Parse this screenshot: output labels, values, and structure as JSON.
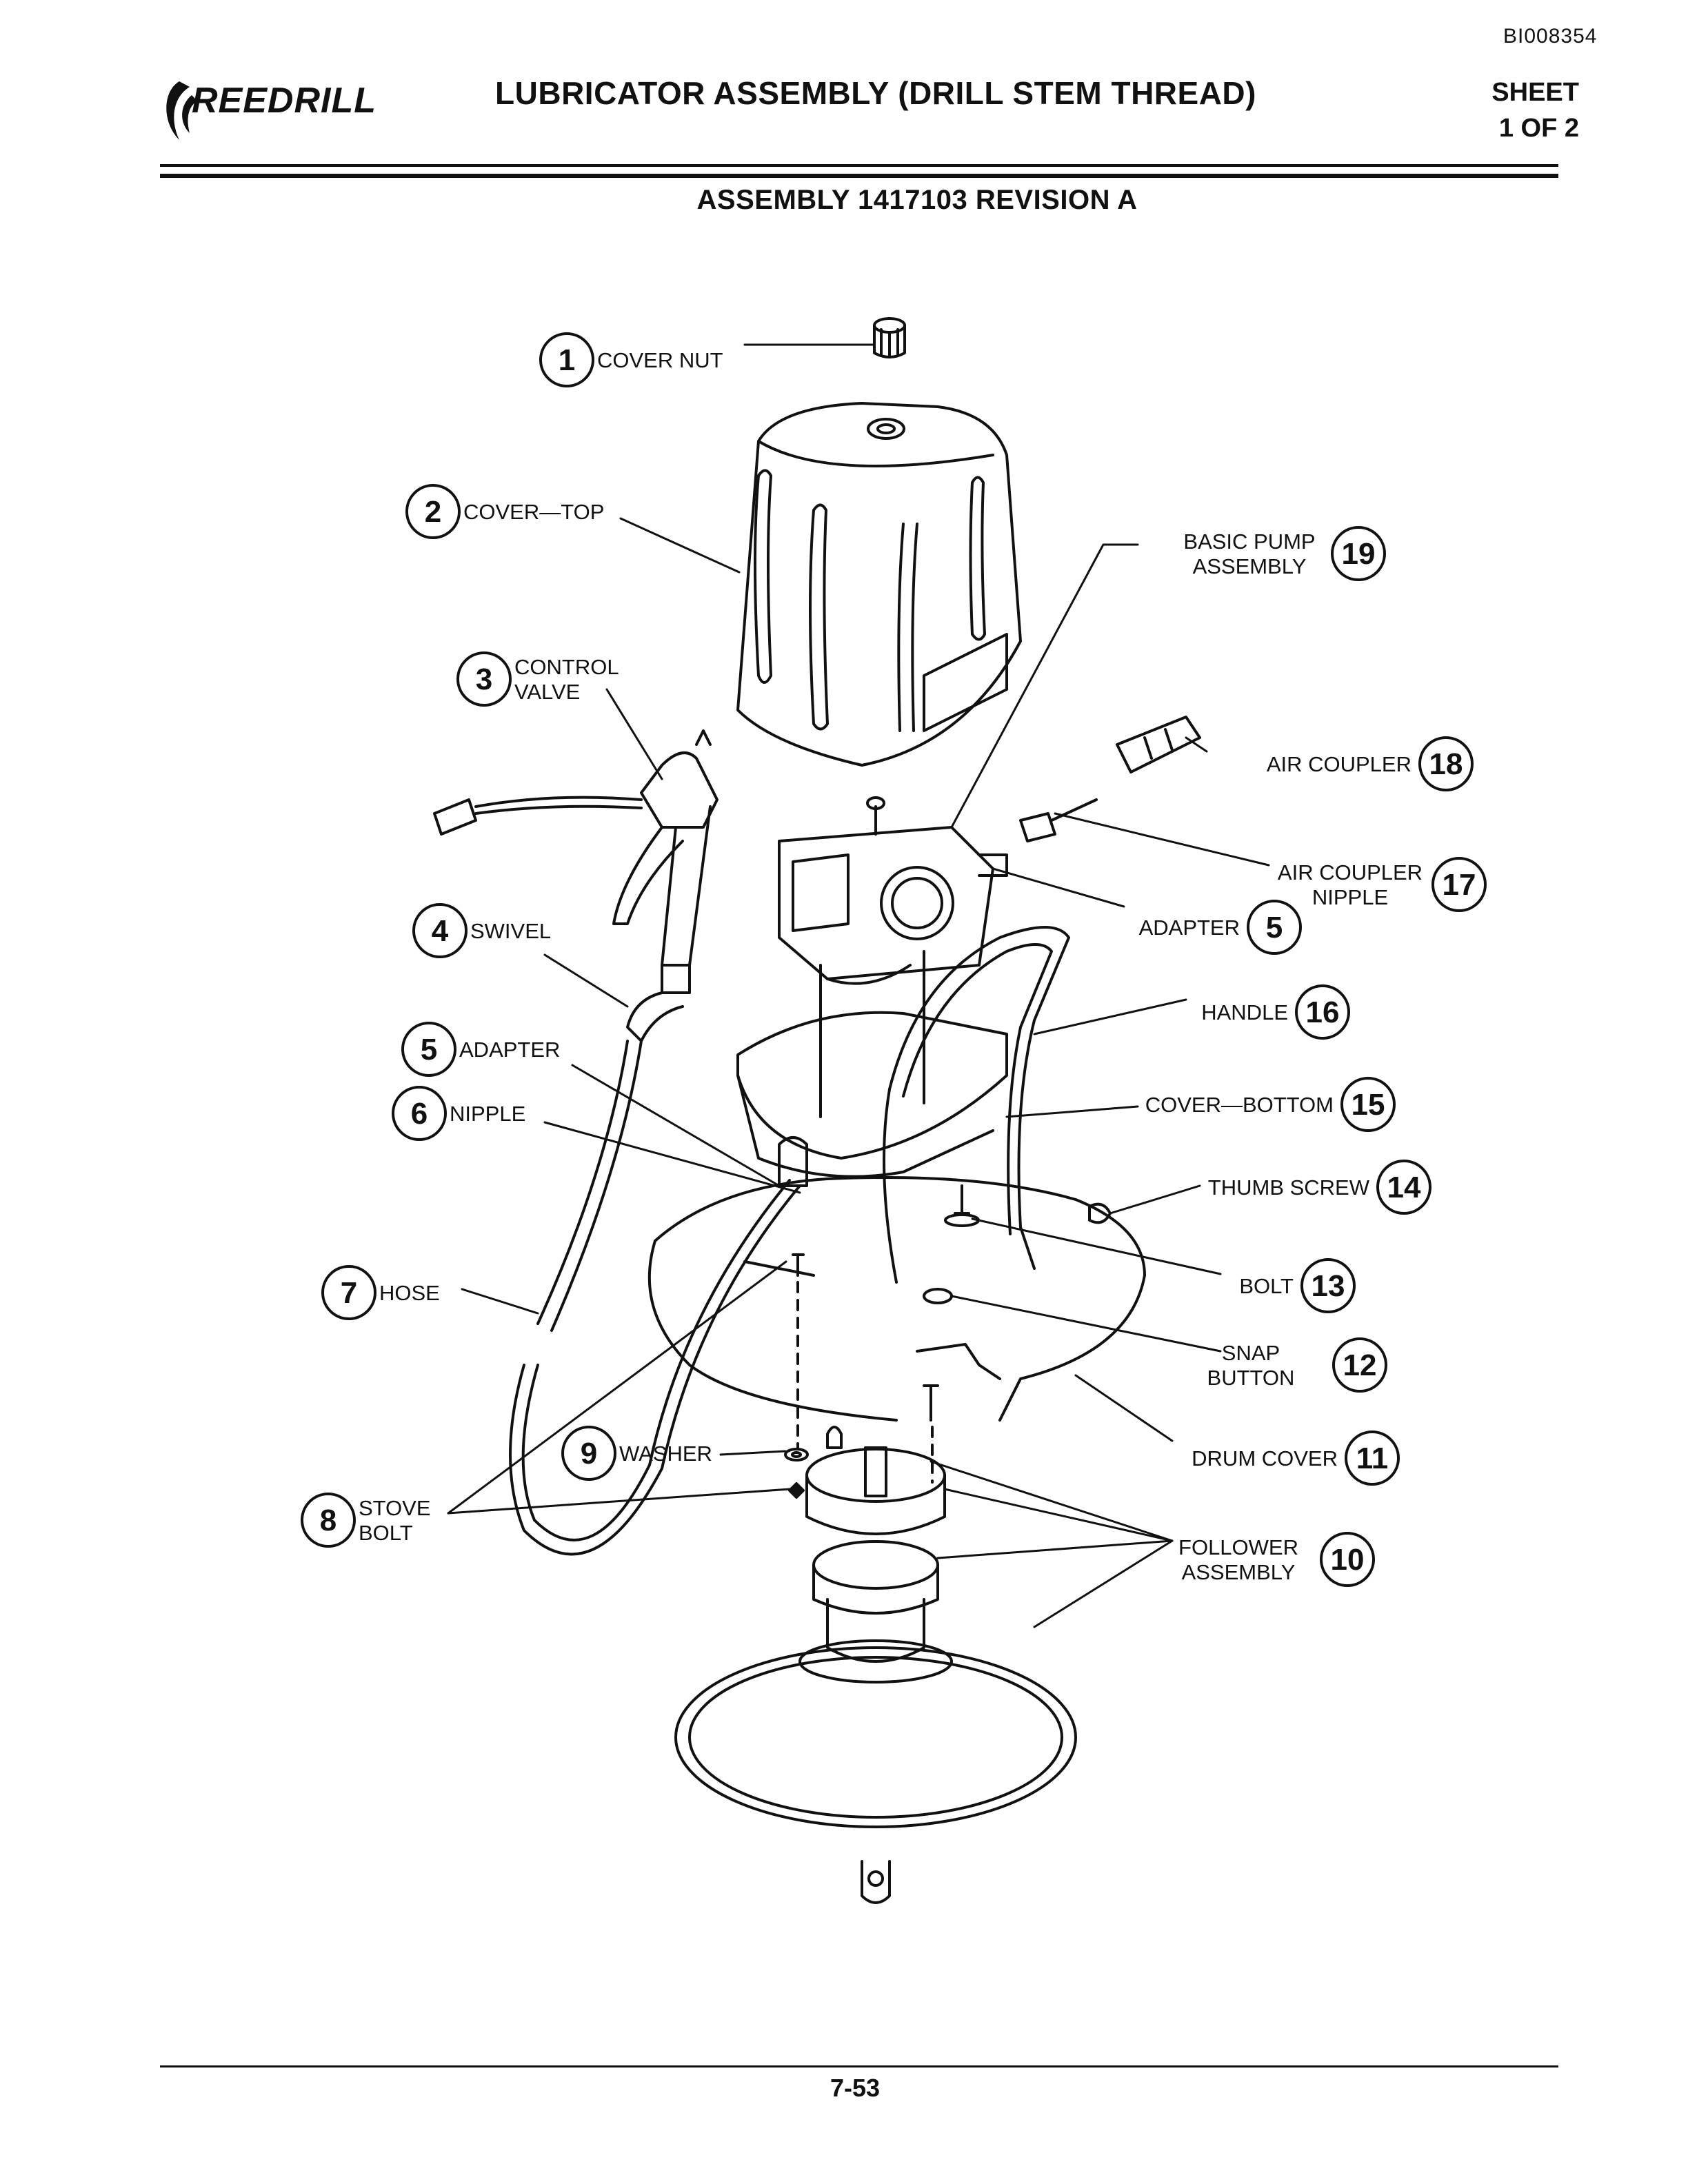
{
  "header": {
    "doc_id": "BI008354",
    "brand": "REEDRILL",
    "title": "LUBRICATOR ASSEMBLY (DRILL STEM THREAD)",
    "sheet_label": "SHEET",
    "sheet_value": "1 OF 2",
    "subtitle": "ASSEMBLY 1417103   REVISION A"
  },
  "footer": {
    "page_number": "7-53"
  },
  "callouts": [
    {
      "id": "c1",
      "num": "1",
      "lines": [
        "COVER NUT"
      ]
    },
    {
      "id": "c2",
      "num": "2",
      "lines": [
        "COVER—TOP"
      ]
    },
    {
      "id": "c3",
      "num": "3",
      "lines": [
        "CONTROL",
        "VALVE"
      ]
    },
    {
      "id": "c4",
      "num": "4",
      "lines": [
        "SWIVEL"
      ]
    },
    {
      "id": "c5a",
      "num": "5",
      "lines": [
        "ADAPTER"
      ]
    },
    {
      "id": "c6",
      "num": "6",
      "lines": [
        "NIPPLE"
      ]
    },
    {
      "id": "c7",
      "num": "7",
      "lines": [
        "HOSE"
      ]
    },
    {
      "id": "c8",
      "num": "8",
      "lines": [
        "STOVE",
        "BOLT"
      ]
    },
    {
      "id": "c9",
      "num": "9",
      "lines": [
        "WASHER"
      ]
    },
    {
      "id": "c19",
      "num": "19",
      "lines": [
        "BASIC PUMP",
        "ASSEMBLY"
      ]
    },
    {
      "id": "c18",
      "num": "18",
      "lines": [
        "AIR COUPLER"
      ]
    },
    {
      "id": "c17",
      "num": "17",
      "lines": [
        "AIR COUPLER",
        "NIPPLE"
      ]
    },
    {
      "id": "c5b",
      "num": "5",
      "lines": [
        "ADAPTER"
      ]
    },
    {
      "id": "c16",
      "num": "16",
      "lines": [
        "HANDLE"
      ]
    },
    {
      "id": "c15",
      "num": "15",
      "lines": [
        "COVER—BOTTOM"
      ]
    },
    {
      "id": "c14",
      "num": "14",
      "lines": [
        "THUMB SCREW"
      ]
    },
    {
      "id": "c13",
      "num": "13",
      "lines": [
        "BOLT"
      ]
    },
    {
      "id": "c12",
      "num": "12",
      "lines": [
        "SNAP",
        "BUTTON"
      ]
    },
    {
      "id": "c11",
      "num": "11",
      "lines": [
        "DRUM COVER"
      ]
    },
    {
      "id": "c10",
      "num": "10",
      "lines": [
        "FOLLOWER",
        "ASSEMBLY"
      ]
    }
  ]
}
